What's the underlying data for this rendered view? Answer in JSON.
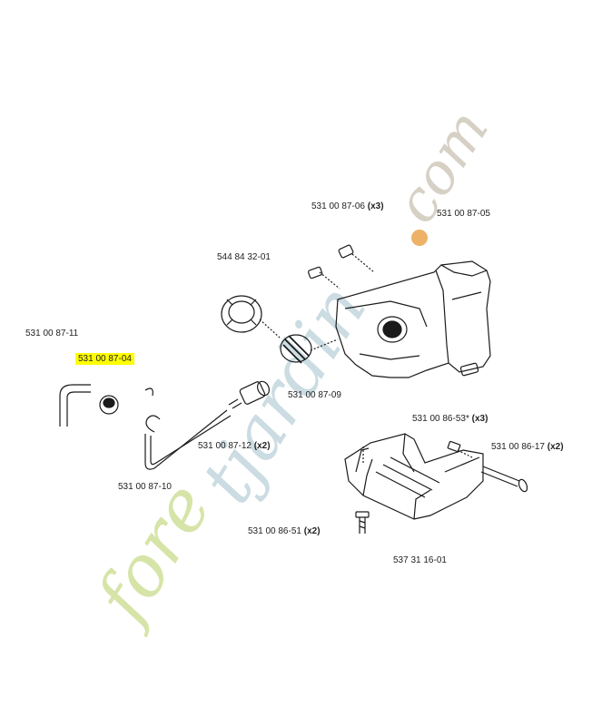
{
  "watermark": {
    "text": "foretjardin.com",
    "colors": {
      "fore": "#c9dc8c",
      "jardin": "#b9cfd8",
      "dot": "#e9a24a",
      "com": "#c8c0b4"
    }
  },
  "highlight_color": "#ffff00",
  "parts": [
    {
      "id": "p1",
      "ref": "531 00 87-06",
      "qty": "(x3)"
    },
    {
      "id": "p2",
      "ref": "531 00 87-05",
      "qty": ""
    },
    {
      "id": "p3",
      "ref": "544 84 32-01",
      "qty": ""
    },
    {
      "id": "p4",
      "ref": "531 00 87-11",
      "qty": ""
    },
    {
      "id": "p5",
      "ref": "531 00 87-04",
      "qty": "",
      "highlighted": true
    },
    {
      "id": "p6",
      "ref": "531 00 87-09",
      "qty": ""
    },
    {
      "id": "p7",
      "ref": "531 00 86-53*",
      "qty": "(x3)"
    },
    {
      "id": "p8",
      "ref": "531 00 87-12",
      "qty": "(x2)"
    },
    {
      "id": "p9",
      "ref": "531 00 86-17",
      "qty": "(x2)"
    },
    {
      "id": "p10",
      "ref": "531 00 87-10",
      "qty": ""
    },
    {
      "id": "p11",
      "ref": "531 00 86-51",
      "qty": "(x2)"
    },
    {
      "id": "p12",
      "ref": "537 31 16-01",
      "qty": ""
    }
  ]
}
